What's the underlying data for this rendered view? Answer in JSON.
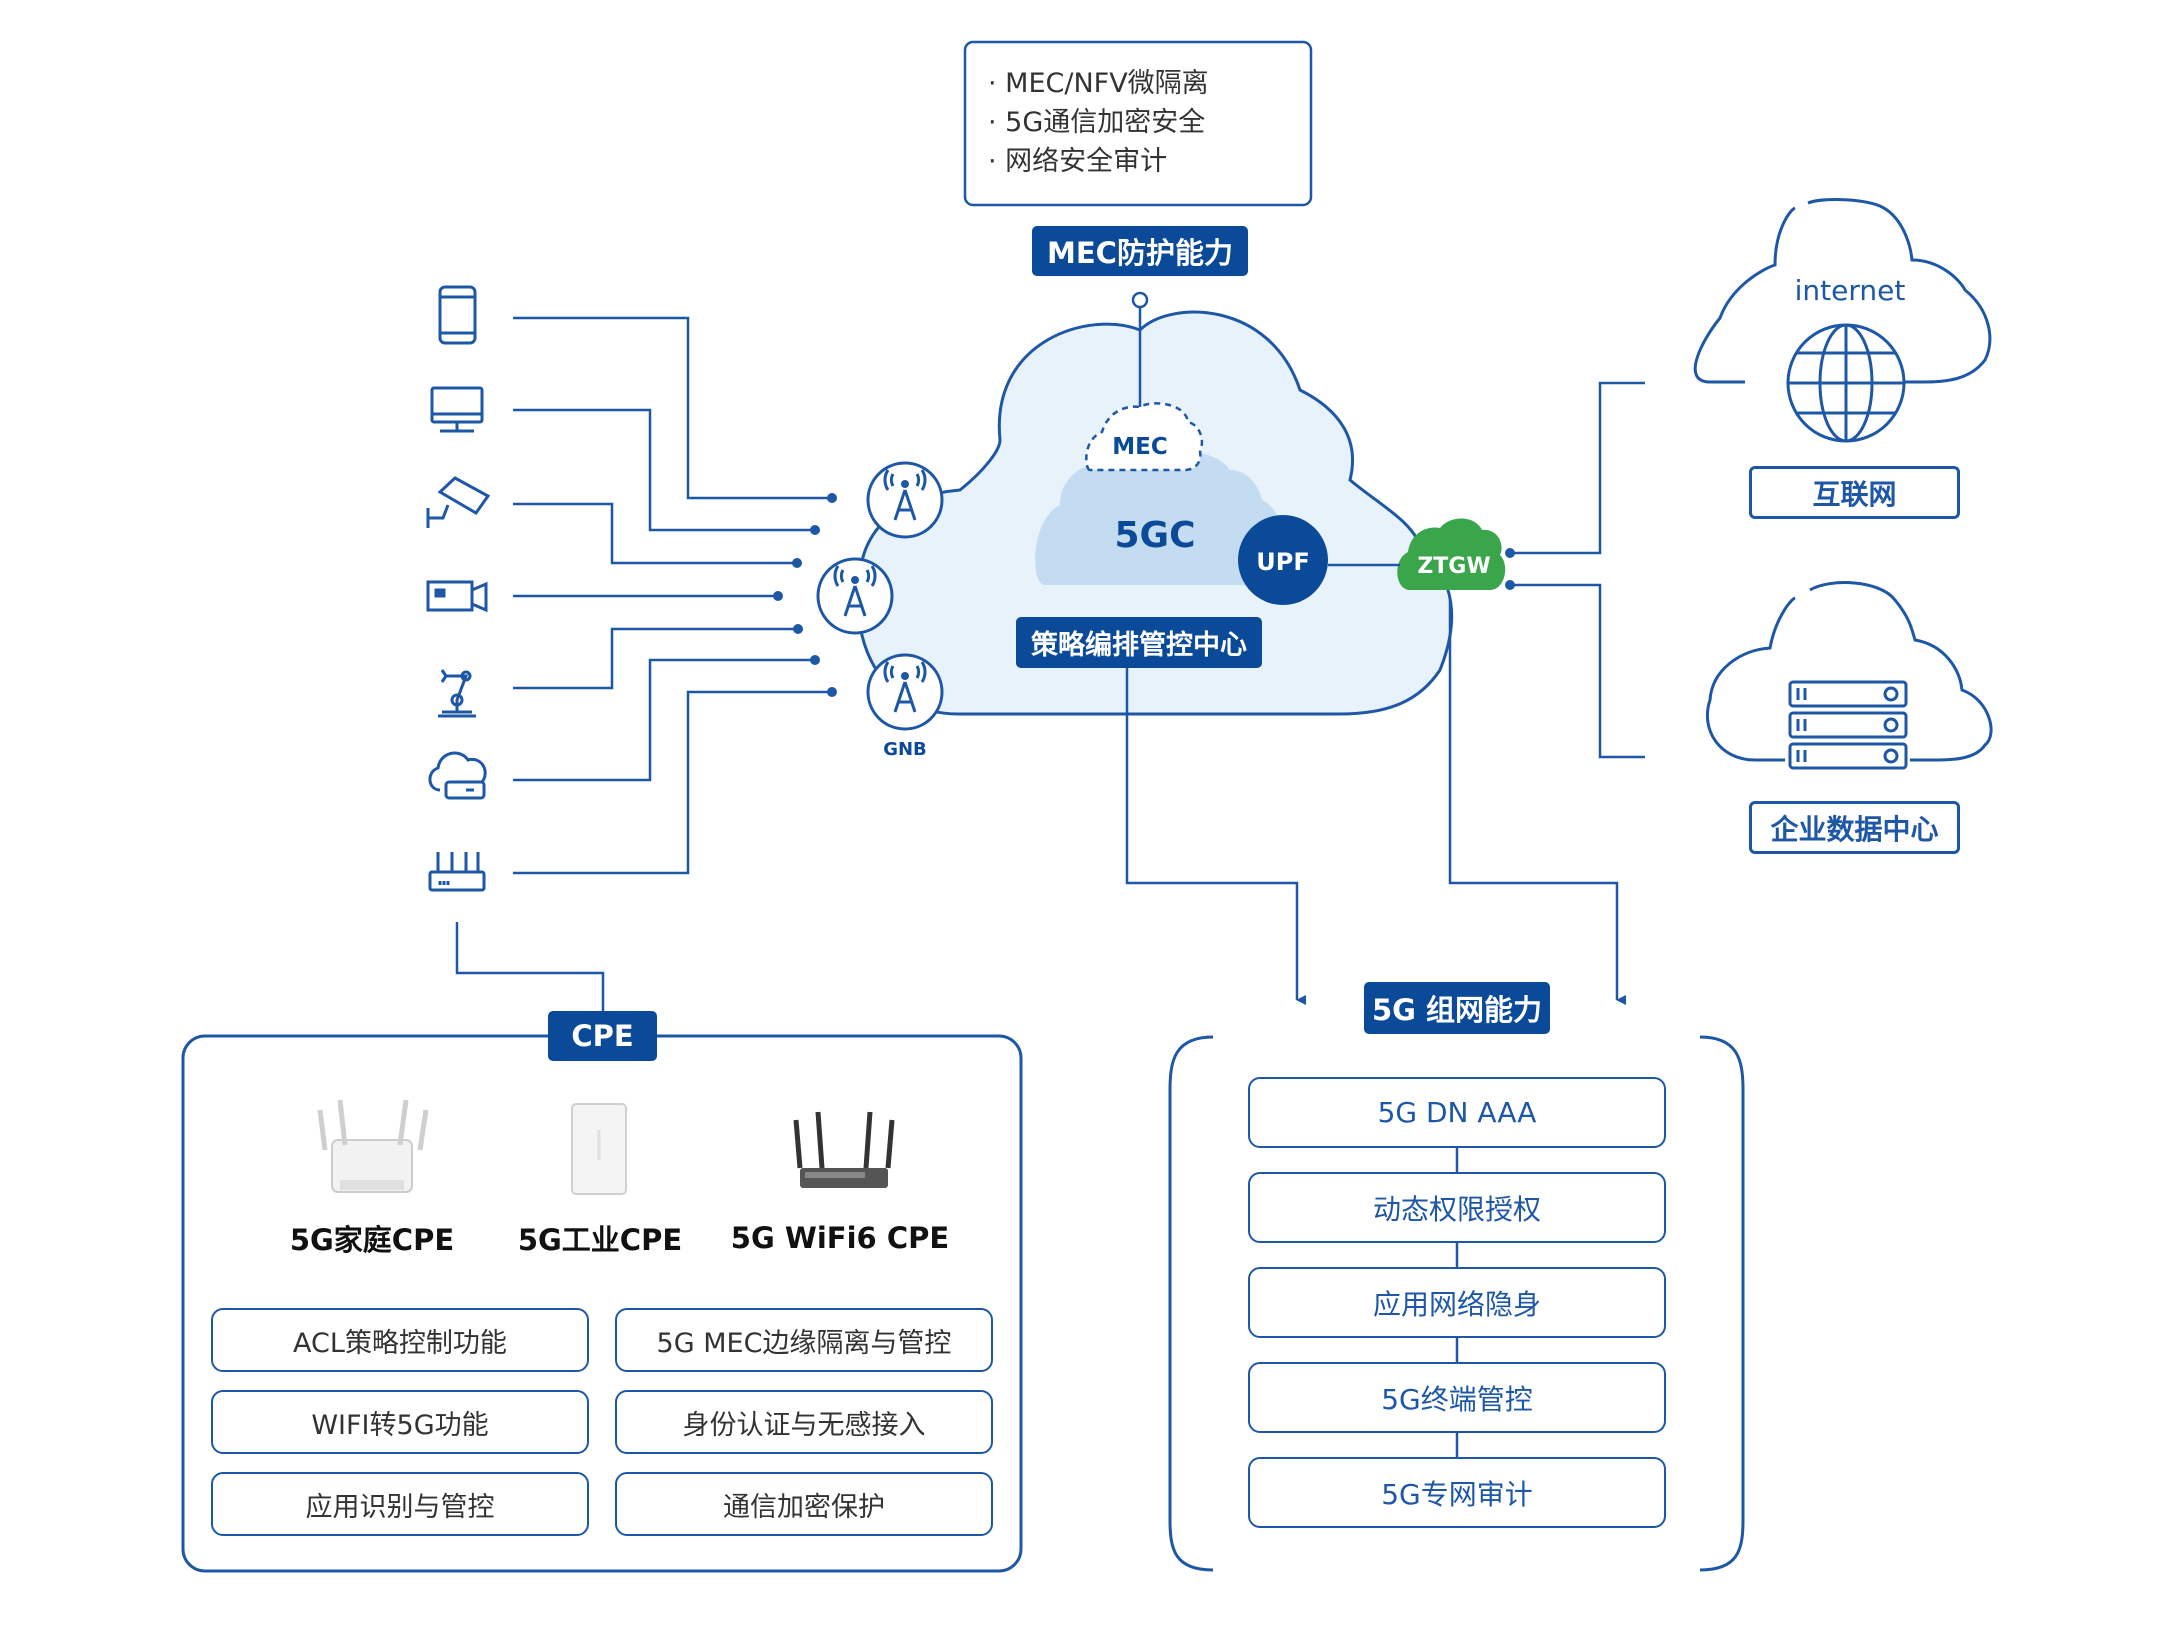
{
  "mec_protection": {
    "items": [
      "· MEC/NFV微隔离",
      "· 5G通信加密安全",
      "· 网络安全审计"
    ],
    "title": "MEC防护能力"
  },
  "core": {
    "mec": "MEC",
    "fivegc": "5GC",
    "upf": "UPF",
    "ztgw": "ZTGW",
    "policy_center": "策略编排管控中心",
    "gnb": "GNB"
  },
  "right": {
    "internet_text": "internet",
    "internet_label": "互联网",
    "datacenter_label": "企业数据中心"
  },
  "terminals": [
    "phone-icon",
    "monitor-icon",
    "camera-icon",
    "video-camera-icon",
    "robot-arm-icon",
    "cloud-device-icon",
    "router-icon"
  ],
  "cpe": {
    "title": "CPE",
    "products": [
      "5G家庭CPE",
      "5G工业CPE",
      "5G WiFi6 CPE"
    ],
    "features_left": [
      "ACL策略控制功能",
      "WIFI转5G功能",
      "应用识别与管控"
    ],
    "features_right": [
      "5G MEC边缘隔离与管控",
      "身份认证与无感接入",
      "通信加密保护"
    ]
  },
  "networking": {
    "title": "5G 组网能力",
    "items": [
      "5G DN AAA",
      "动态权限授权",
      "应用网络隐身",
      "5G终端管控",
      "5G专网审计"
    ]
  },
  "colors": {
    "primary": "#0a4a98",
    "line": "#1d57a6",
    "cloud_fill": "#e8f2fb",
    "inner_cloud": "#c3dcf2",
    "green": "#3aa54a"
  }
}
